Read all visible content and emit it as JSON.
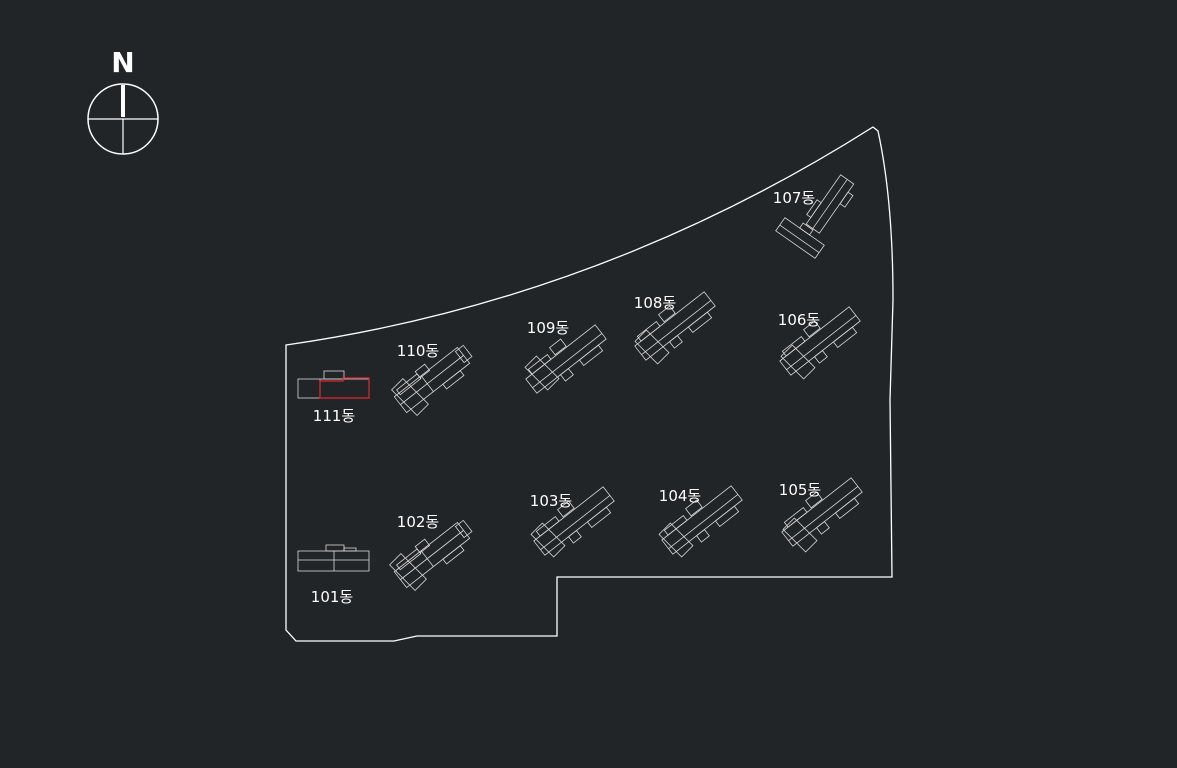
{
  "compass": {
    "north_label": "N"
  },
  "colors": {
    "background": "#222528",
    "outline": "#ffffff",
    "selected": "#e0272f"
  },
  "selected_building": "111동",
  "buildings": {
    "b101": "101동",
    "b102": "102동",
    "b103": "103동",
    "b104": "104동",
    "b105": "105동",
    "b106": "106동",
    "b107": "107동",
    "b108": "108동",
    "b109": "109동",
    "b110": "110동",
    "b111": "111동"
  }
}
